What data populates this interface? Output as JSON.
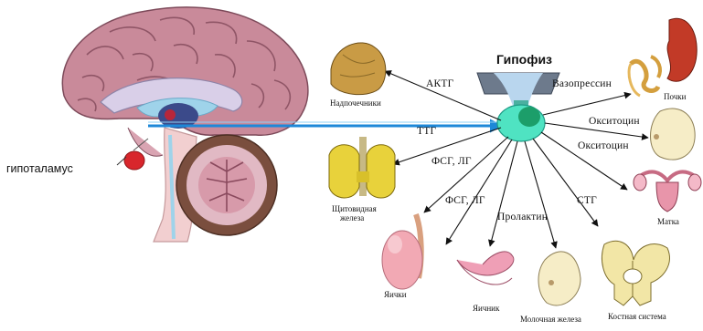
{
  "labels": {
    "title": "Гипофиз",
    "hypothalamus": "гипоталамус"
  },
  "hormones": {
    "actg": "АКТГ",
    "ttg": "ТТГ",
    "fsg_lg_1": "ФСГ, ЛГ",
    "fsg_lg_2": "ФСГ, ЛГ",
    "prolactin": "Пролактин",
    "stg": "СТГ",
    "vasopressin": "Вазопрессин",
    "oxytocin_1": "Окситоцин",
    "oxytocin_2": "Окситоцин"
  },
  "organs": {
    "adrenal": "Надпочечники",
    "thyroid_1": "Щитовидная",
    "thyroid_2": "железа",
    "ovaries": "Яичник",
    "testes": "Яички",
    "mammary": "Молочная железа",
    "skeleton": "Костная система",
    "kidneys": "Почки",
    "uterus": "Матка"
  },
  "colors": {
    "arrow": "#111111",
    "pointer": "#1e88d8",
    "hypothalamus": "#d8262c",
    "brain": "#c88b99",
    "pituitary": "#4fe3c2"
  }
}
